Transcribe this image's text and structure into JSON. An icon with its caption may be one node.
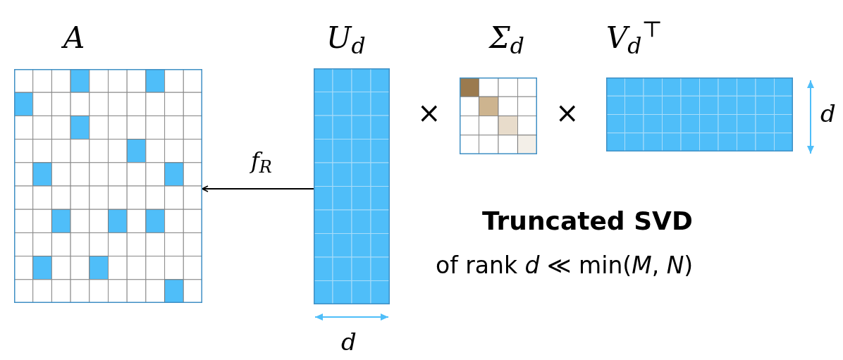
{
  "diagram": {
    "nodes": [
      {
        "text": [
          "A"
        ]
      },
      {
        "text": [
          "U$_{d}$"
        ]
      },
      {
        "text": [
          "Σ$_{d}$"
        ]
      },
      {
        "text": [
          "V$_{d}$$^{⊤}$"
        ]
      }
    ],
    "edges": [
      {
        "from": 1,
        "to": 0,
        "arrow": "to",
        "label": "f$_{R}$"
      }
    ],
    "labels": [
      "×",
      "×",
      "d",
      "d",
      "Truncated SVD",
      "of rank *d* ≪ min(*M*, *N*)"
    ]
  }
}
